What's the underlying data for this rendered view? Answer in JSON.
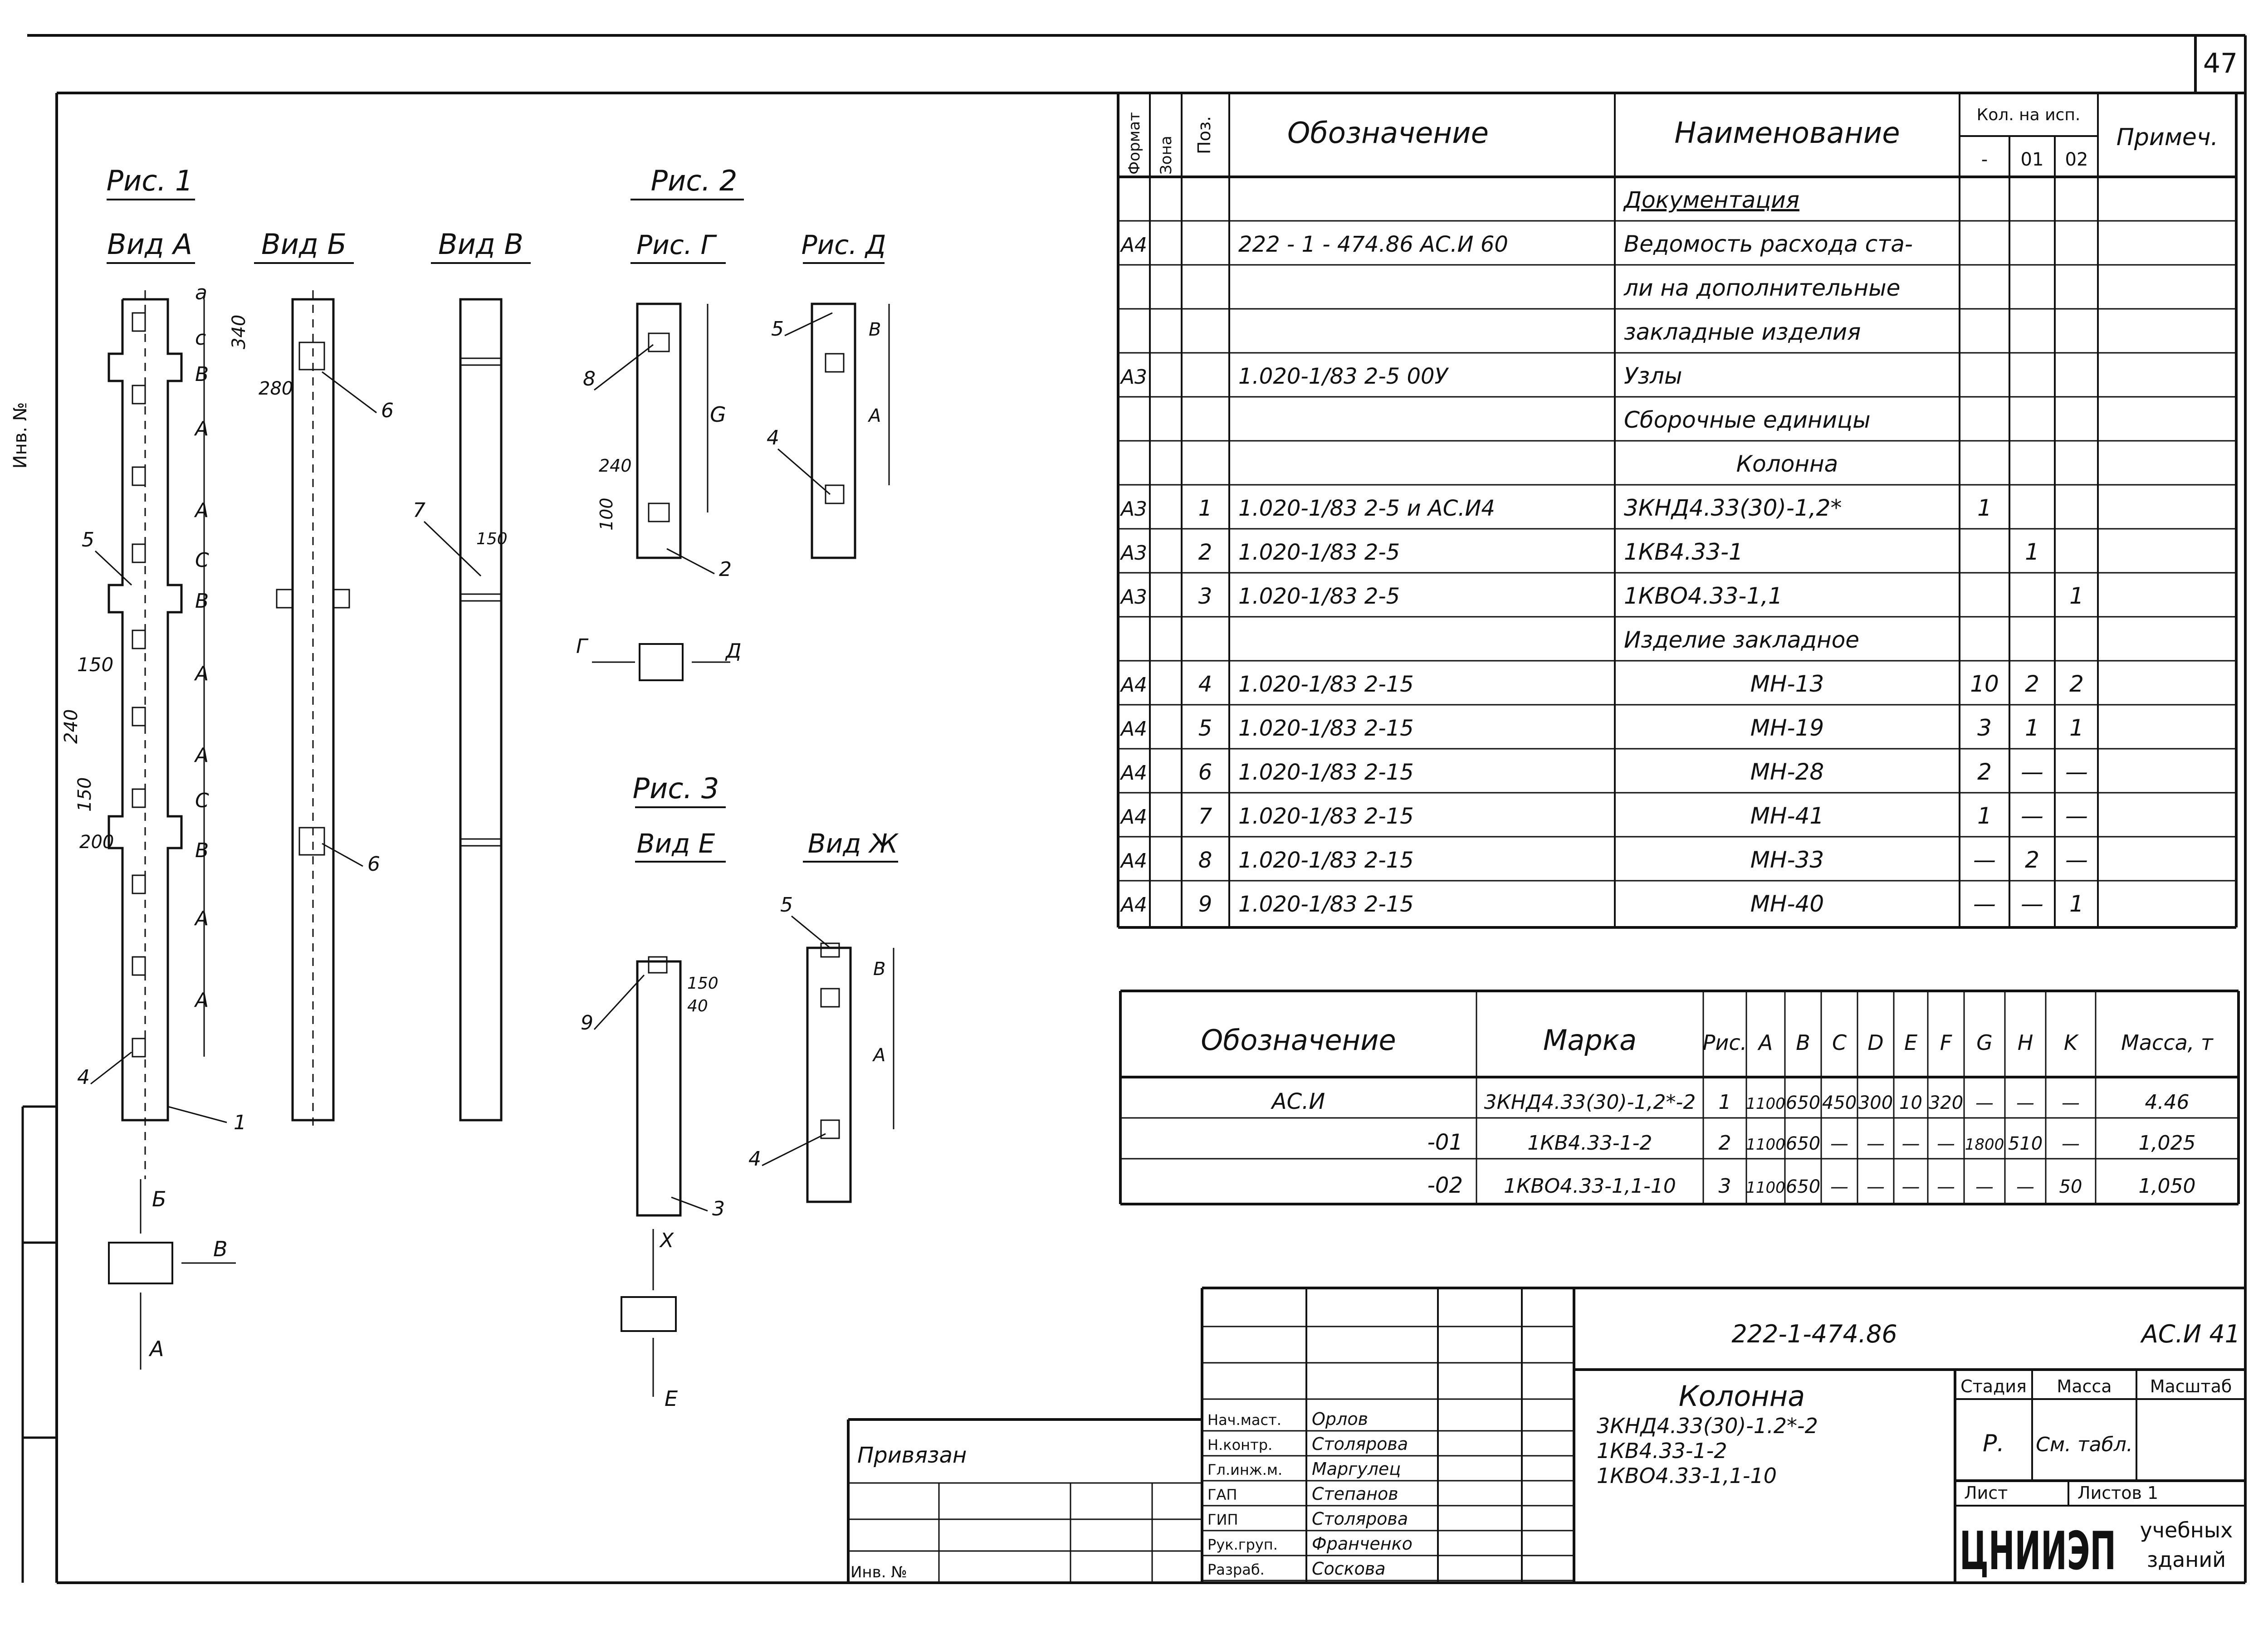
{
  "page_number": "47",
  "side_label": "Инв. №",
  "spec": {
    "header": {
      "format": "Формат",
      "zone": "Зона",
      "pos": "Поз.",
      "designation": "Обозначение",
      "name": "Наименование",
      "qty": "Кол. на исп.",
      "qty_cols": [
        "-",
        "01",
        "02"
      ],
      "note": "Примеч."
    },
    "rows": [
      {
        "format": "",
        "pos": "",
        "designation": "",
        "name": "Документация",
        "q0": "",
        "q1": "",
        "q2": "",
        "kind": "section"
      },
      {
        "format": "А4",
        "pos": "",
        "designation": "222 - 1 - 474.86     АС.И 60",
        "name": "Ведомость расхода ста-",
        "q0": "",
        "q1": "",
        "q2": ""
      },
      {
        "format": "",
        "pos": "",
        "designation": "",
        "name": "ли на дополнительные",
        "q0": "",
        "q1": "",
        "q2": ""
      },
      {
        "format": "",
        "pos": "",
        "designation": "",
        "name": "закладные изделия",
        "q0": "",
        "q1": "",
        "q2": ""
      },
      {
        "format": "А3",
        "pos": "",
        "designation": "1.020-1/83     2-5    00У",
        "name": "Узлы",
        "q0": "",
        "q1": "",
        "q2": ""
      },
      {
        "format": "",
        "pos": "",
        "designation": "",
        "name": "Сборочные единицы",
        "q0": "",
        "q1": "",
        "q2": ""
      },
      {
        "format": "",
        "pos": "",
        "designation": "",
        "name": "Колонна",
        "q0": "",
        "q1": "",
        "q2": "",
        "kind": "center"
      },
      {
        "format": "А3",
        "pos": "1",
        "designation": "1.020-1/83    2-5  и АС.И4",
        "name": "3КНД4.33(30)-1,2*",
        "q0": "1",
        "q1": "",
        "q2": ""
      },
      {
        "format": "А3",
        "pos": "2",
        "designation": "1.020-1/83       2-5",
        "name": "1КВ4.33-1",
        "q0": "",
        "q1": "1",
        "q2": ""
      },
      {
        "format": "А3",
        "pos": "3",
        "designation": "1.020-1/83       2-5",
        "name": "1КВО4.33-1,1",
        "q0": "",
        "q1": "",
        "q2": "1"
      },
      {
        "format": "",
        "pos": "",
        "designation": "",
        "name": "Изделие закладное",
        "q0": "",
        "q1": "",
        "q2": ""
      },
      {
        "format": "А4",
        "pos": "4",
        "designation": "1.020-1/83      2-15",
        "name": "МН-13",
        "q0": "10",
        "q1": "2",
        "q2": "2",
        "kind": "center"
      },
      {
        "format": "А4",
        "pos": "5",
        "designation": "1.020-1/83      2-15",
        "name": "МН-19",
        "q0": "3",
        "q1": "1",
        "q2": "1",
        "kind": "center"
      },
      {
        "format": "А4",
        "pos": "6",
        "designation": "1.020-1/83      2-15",
        "name": "МН-28",
        "q0": "2",
        "q1": "—",
        "q2": "—",
        "kind": "center"
      },
      {
        "format": "А4",
        "pos": "7",
        "designation": "1.020-1/83      2-15",
        "name": "МН-41",
        "q0": "1",
        "q1": "—",
        "q2": "—",
        "kind": "center"
      },
      {
        "format": "А4",
        "pos": "8",
        "designation": "1.020-1/83      2-15",
        "name": "МН-33",
        "q0": "—",
        "q1": "2",
        "q2": "—",
        "kind": "center"
      },
      {
        "format": "А4",
        "pos": "9",
        "designation": "1.020-1/83      2-15",
        "name": "МН-40",
        "q0": "—",
        "q1": "—",
        "q2": "1",
        "kind": "center"
      }
    ]
  },
  "params": {
    "header": [
      "Обозначение",
      "Марка",
      "Рис.",
      "A",
      "B",
      "C",
      "D",
      "E",
      "F",
      "G",
      "H",
      "K",
      "Масса, т"
    ],
    "rows": [
      [
        "АС.И",
        "3КНД4.33(30)-1,2*-2",
        "1",
        "1100",
        "650",
        "450",
        "300",
        "10",
        "320",
        "—",
        "—",
        "—",
        "4.46"
      ],
      [
        "-01",
        "1КВ4.33-1-2",
        "2",
        "1100",
        "650",
        "—",
        "—",
        "—",
        "—",
        "1800",
        "510",
        "—",
        "1,025"
      ],
      [
        "-02",
        "1КВО4.33-1,1-10",
        "3",
        "1100",
        "650",
        "—",
        "—",
        "—",
        "—",
        "—",
        "—",
        "50",
        "1,050"
      ]
    ]
  },
  "title_block": {
    "doc_code": "222-1-474.86",
    "sheet_code": "АС.И 41",
    "title": "Колонна",
    "marks": [
      "3КНД4.33(30)-1.2*-2",
      "1КВ4.33-1-2",
      "1КВО4.33-1,1-10"
    ],
    "stage_label": "Стадия",
    "mass_label": "Масса",
    "scale_label": "Масштаб",
    "stage": "Р.",
    "mass": "См. табл.",
    "sheet_label": "Лист",
    "sheets_label": "Листов 1",
    "org": "ЦНИИЭП",
    "org_sub1": "учебных",
    "org_sub2": "зданий",
    "tied_label": "Привязан",
    "inv_label": "Инв. №",
    "roles": [
      {
        "role": "Нач.маст.",
        "name": "Орлов"
      },
      {
        "role": "Н.контр.",
        "name": "Столярова"
      },
      {
        "role": "Гл.инж.м.",
        "name": "Маргулец"
      },
      {
        "role": "ГАП",
        "name": "Степанов"
      },
      {
        "role": "ГИП",
        "name": "Столярова"
      },
      {
        "role": "Рук.груп.",
        "name": "Франченко"
      },
      {
        "role": "Разраб.",
        "name": "Соскова"
      }
    ]
  },
  "drawing": {
    "fig1": "Рис. 1",
    "fig2": "Рис. 2",
    "fig3": "Рис. 3",
    "view_a": "Вид А",
    "view_b": "Вид Б",
    "view_v": "Вид В",
    "view_g": "Рис. Г",
    "view_d": "Рис. Д",
    "view_e": "Вид Е",
    "view_zh": "Вид Ж",
    "dims": {
      "d150": "150",
      "d240": "240",
      "d200": "200",
      "d280": "280",
      "d100": "100",
      "d40": "40",
      "d150b": "150"
    },
    "arrows": {
      "a": "А",
      "b": "Б",
      "v": "В",
      "g": "Г",
      "d": "Д",
      "e": "Е",
      "x": "Х"
    }
  }
}
